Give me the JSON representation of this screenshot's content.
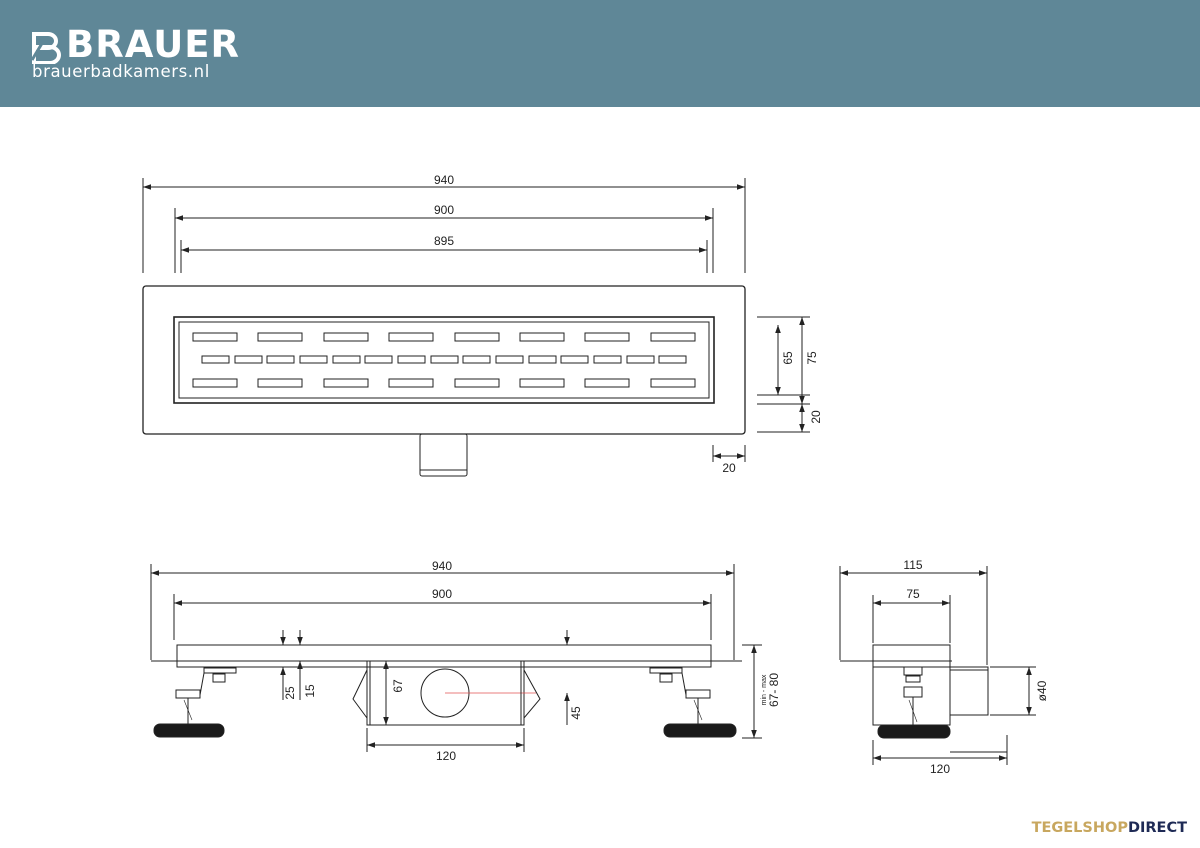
{
  "header": {
    "brand": "BRAUER",
    "website": "brauerbadkamers.nl",
    "background_color": "#5f8797",
    "logo_icon": "brauer-b-logo"
  },
  "top_view": {
    "dim_total_length": "940",
    "dim_grate_length": "900",
    "dim_insert_length": "895",
    "dim_insert_height": "65",
    "dim_total_height": "75",
    "dim_edge_bottom": "20",
    "dim_edge_right": "20"
  },
  "front_view": {
    "dim_total_length": "940",
    "dim_grate_length": "900",
    "dim_25": "25",
    "dim_15": "15",
    "dim_67": "67",
    "dim_45": "45",
    "dim_120": "120",
    "dim_height_range": "67- 80",
    "dim_height_range_note": "min - max"
  },
  "side_view": {
    "dim_115": "115",
    "dim_75": "75",
    "dim_120": "120",
    "dim_outlet": "ø40"
  },
  "footer": {
    "brand_part1": "TEGELSHOP",
    "brand_part2": "DIRECT",
    "color_part1": "#c8a75f",
    "color_part2": "#1e2a55"
  }
}
